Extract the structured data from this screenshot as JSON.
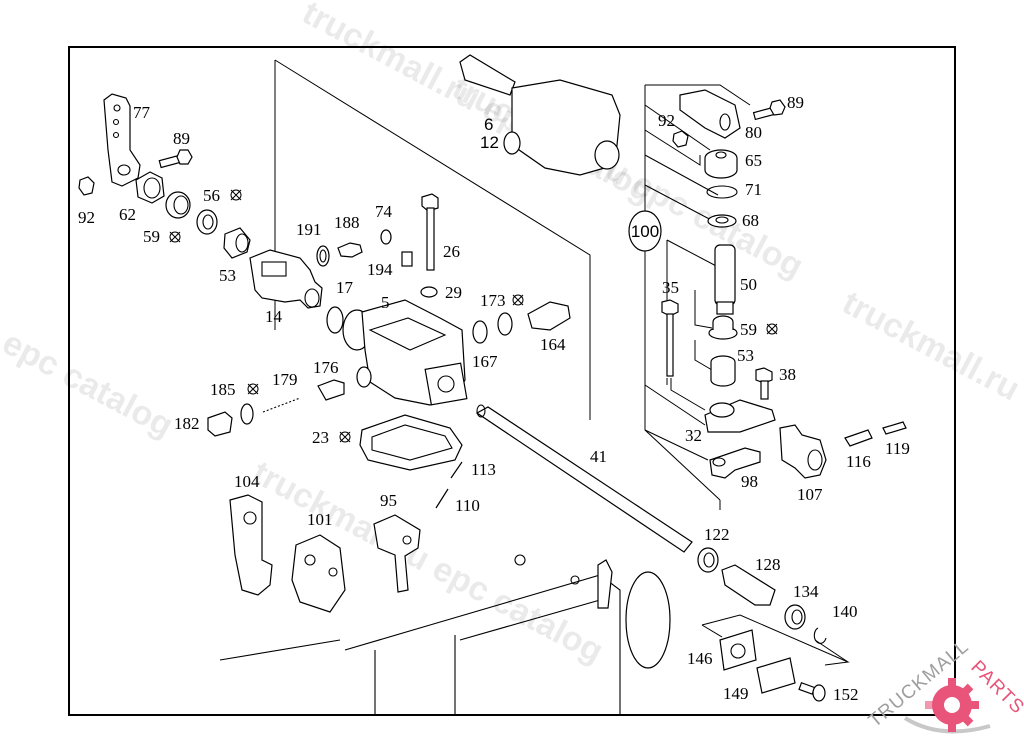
{
  "diagram": {
    "title": "Gearshift housing exploded parts diagram",
    "group_label": "100",
    "callouts": [
      {
        "id": "77",
        "text": "77"
      },
      {
        "id": "89a",
        "text": "89"
      },
      {
        "id": "92a",
        "text": "92"
      },
      {
        "id": "62",
        "text": "62"
      },
      {
        "id": "56",
        "text": "56"
      },
      {
        "id": "59a",
        "text": "59"
      },
      {
        "id": "53a",
        "text": "53"
      },
      {
        "id": "14",
        "text": "14"
      },
      {
        "id": "191",
        "text": "191"
      },
      {
        "id": "188",
        "text": "188"
      },
      {
        "id": "74",
        "text": "74"
      },
      {
        "id": "194",
        "text": "194"
      },
      {
        "id": "26",
        "text": "26"
      },
      {
        "id": "29",
        "text": "29"
      },
      {
        "id": "17",
        "text": "17"
      },
      {
        "id": "5",
        "text": "5"
      },
      {
        "id": "6",
        "text": "6"
      },
      {
        "id": "12",
        "text": "12"
      },
      {
        "id": "173",
        "text": "173"
      },
      {
        "id": "164",
        "text": "164"
      },
      {
        "id": "167",
        "text": "167"
      },
      {
        "id": "176",
        "text": "176"
      },
      {
        "id": "179",
        "text": "179"
      },
      {
        "id": "185",
        "text": "185"
      },
      {
        "id": "182",
        "text": "182"
      },
      {
        "id": "23",
        "text": "23"
      },
      {
        "id": "113",
        "text": "113"
      },
      {
        "id": "110",
        "text": "110"
      },
      {
        "id": "41",
        "text": "41"
      },
      {
        "id": "104",
        "text": "104"
      },
      {
        "id": "101",
        "text": "101"
      },
      {
        "id": "95",
        "text": "95"
      },
      {
        "id": "92b",
        "text": "92"
      },
      {
        "id": "89b",
        "text": "89"
      },
      {
        "id": "80",
        "text": "80"
      },
      {
        "id": "65",
        "text": "65"
      },
      {
        "id": "71",
        "text": "71"
      },
      {
        "id": "68",
        "text": "68"
      },
      {
        "id": "50",
        "text": "50"
      },
      {
        "id": "35",
        "text": "35"
      },
      {
        "id": "59b",
        "text": "59"
      },
      {
        "id": "53b",
        "text": "53"
      },
      {
        "id": "38",
        "text": "38"
      },
      {
        "id": "32",
        "text": "32"
      },
      {
        "id": "98",
        "text": "98"
      },
      {
        "id": "107",
        "text": "107"
      },
      {
        "id": "116",
        "text": "116"
      },
      {
        "id": "119",
        "text": "119"
      },
      {
        "id": "122",
        "text": "122"
      },
      {
        "id": "128",
        "text": "128"
      },
      {
        "id": "134",
        "text": "134"
      },
      {
        "id": "140",
        "text": "140"
      },
      {
        "id": "146",
        "text": "146"
      },
      {
        "id": "149",
        "text": "149"
      },
      {
        "id": "152",
        "text": "152"
      }
    ]
  },
  "watermarks": {
    "catalog_a": "truckmall.ru epc catalog",
    "catalog_b": "truckmall.ru epc catalog",
    "catalog_c": "truckmall.ru epc catalog",
    "catalog_d": "epc catalog",
    "catalog_e": "truckmall.ru epc catalog"
  },
  "logo": {
    "brand_part1": "TRUCKMALL",
    "brand_part2": "PARTS",
    "color_primary": "#e8547a",
    "color_secondary": "#9e9e9e"
  }
}
